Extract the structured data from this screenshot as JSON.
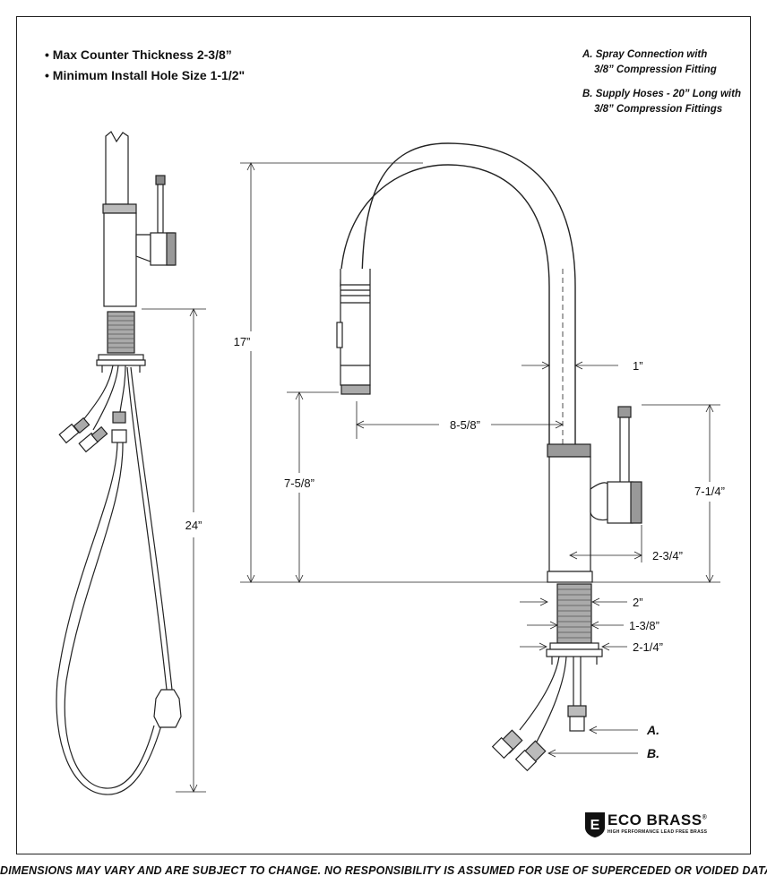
{
  "notes": {
    "bullet1": "• Max Counter Thickness 2-3/8”",
    "bullet2": "• Minimum Install Hole Size 1-1/2\""
  },
  "callouts": {
    "a_line1": "A.  Spray Connection with",
    "a_line2": "3/8” Compression Fitting",
    "b_line1": "B.  Supply Hoses - 20” Long with",
    "b_line2": "3/8” Compression Fittings"
  },
  "dimensions": {
    "height": "17”",
    "hose_length": "24”",
    "spout_diameter": "1”",
    "reach": "8-5/8”",
    "spout_clearance": "7-5/8”",
    "handle_height": "7-1/4”",
    "handle_reach": "2-3/4”",
    "base_diameter": "2”",
    "shank_diameter": "1-3/8”",
    "nut_diameter": "2-1/4”"
  },
  "leaders": {
    "a": "A.",
    "b": "B."
  },
  "logo": {
    "name": "ECO BRASS",
    "trademark": "®",
    "tagline": "HIGH PERFORMANCE LEAD FREE BRASS",
    "mark": "E"
  },
  "disclaimer": "DIMENSIONS MAY VARY AND ARE SUBJECT TO CHANGE. NO RESPONSIBILITY IS ASSUMED FOR USE OF SUPERCEDED OR VOIDED DATA"
}
